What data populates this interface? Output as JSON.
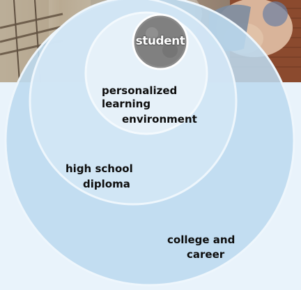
{
  "diagram": {
    "center_label": "student",
    "rings": [
      {
        "lines": [
          "personalized",
          "learning",
          "environment"
        ]
      },
      {
        "lines": [
          "high school",
          "diploma"
        ]
      },
      {
        "lines": [
          "college and",
          "career"
        ]
      }
    ]
  },
  "colors": {
    "background": "#e9f3fb",
    "outer_ring": "#bcd9ef",
    "middle_ring": "#d2e6f5",
    "inner_ring": "#e6f1f9",
    "ring_stroke": "#eef6fc",
    "center_disc": "#8a8a8a",
    "label_text": "#0d0d0d",
    "photo_sky": "#c8c8c0",
    "photo_brick": "#8b4a2e"
  }
}
